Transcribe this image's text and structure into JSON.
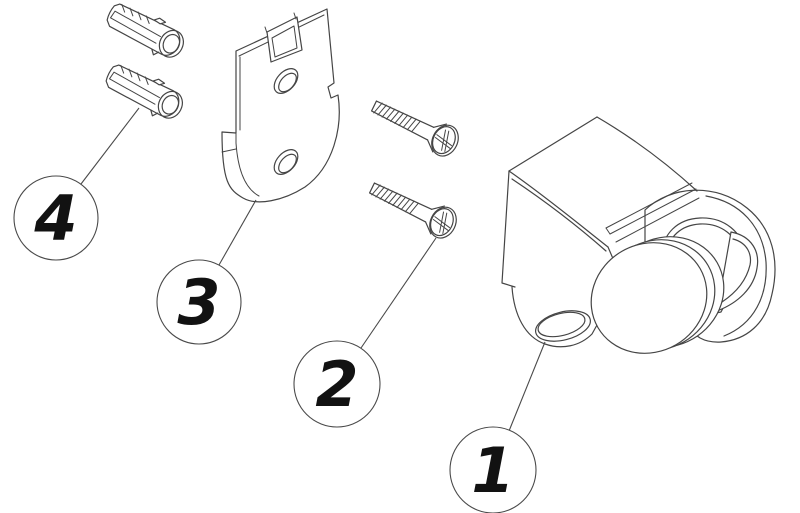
{
  "diagram": {
    "type": "exploded-parts-drawing",
    "colors": {
      "line": "#454545",
      "background": "#ffffff",
      "label_text": "#121212"
    },
    "callouts": [
      {
        "label": "1",
        "part_icon": "shower-bracket-icon"
      },
      {
        "label": "2",
        "part_icon": "screw-icon"
      },
      {
        "label": "3",
        "part_icon": "mounting-plate-icon"
      },
      {
        "label": "4",
        "part_icon": "wall-plug-icon"
      }
    ]
  }
}
